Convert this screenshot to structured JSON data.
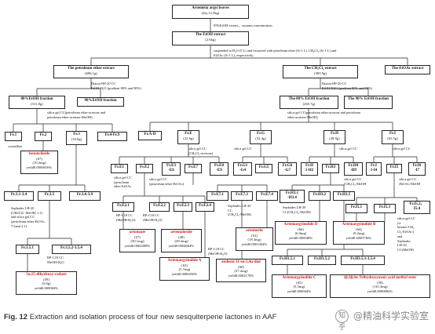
{
  "caption": {
    "fig": "Fig. 12",
    "text": "Extraction and isolation process of four new sesquiterpene lactones in AAF"
  },
  "watermark": {
    "prefix": "知乎",
    "handle": "@精油科学实验室"
  },
  "colors": {
    "red_compound": "#d01818",
    "line": "#222222",
    "blue_arrow": "#3a7bd5"
  },
  "nodes": [
    {
      "id": "root",
      "title": "Artemisia argyi leaves",
      "value": "(dry,12.5kg)"
    },
    {
      "id": "etoh",
      "title": "The EtOH extract",
      "value": "(2.6kg)"
    },
    {
      "id": "pe",
      "title": "The petroleum ether extract",
      "value": "(696.1g)"
    },
    {
      "id": "ch",
      "title": "The CH₂Cl₂ extract",
      "value": "(383.9g)"
    },
    {
      "id": "ea",
      "title": "The EtOAc extract",
      "value": ""
    },
    {
      "id": "pe80",
      "title": "80%EtOH fraction",
      "value": "(311.8g)"
    },
    {
      "id": "pe90",
      "title": "90%EtOH fraction",
      "value": ""
    },
    {
      "id": "ch80",
      "title": "The 80% EtOH fraction",
      "value": "(265.7g)"
    },
    {
      "id": "ch90",
      "title": "The 90% EtOH fraction",
      "value": ""
    },
    {
      "id": "fr1",
      "title": "Fr.1",
      "value": ""
    },
    {
      "id": "fr2",
      "title": "Fr.2",
      "value": ""
    },
    {
      "id": "fr3",
      "title": "Fr.3",
      "value": "(10.8g)"
    },
    {
      "id": "fr49",
      "title": "Fr.4-Fr.9",
      "value": ""
    },
    {
      "id": "frAD",
      "title": "Fr.A-D",
      "value": ""
    },
    {
      "id": "frE",
      "title": "Fr.E",
      "value": "(22.6g)"
    },
    {
      "id": "frG",
      "title": "Fr.G",
      "value": "(32.4g)"
    },
    {
      "id": "frH",
      "title": "Fr.H",
      "value": "(28.9g)"
    },
    {
      "id": "frI",
      "title": "Fr.I",
      "value": "(65.5g)"
    },
    {
      "id": "isotan",
      "title": "isotanciloide",
      "value": "(67)\n(10.2mg)\nyeild0.0000816%",
      "red": true
    },
    {
      "id": "fr34",
      "title": "Fr.3.1-3.4",
      "value": ""
    },
    {
      "id": "fr35",
      "title": "Fr.3.5",
      "value": ""
    },
    {
      "id": "fr369",
      "title": "Fr.3.6-3.9",
      "value": ""
    },
    {
      "id": "fr351",
      "title": "Fr.3.5.1",
      "value": ""
    },
    {
      "id": "fr3523",
      "title": "Fr.3.5.2-3.5.4",
      "value": ""
    },
    {
      "id": "cedar",
      "title": "3α,15-dihydroxy-cedarn",
      "value": "(59)\n(5.0g)\nyeild0.000004%",
      "red": true
    },
    {
      "id": "fre1",
      "title": "Fr.E1",
      "value": ""
    },
    {
      "id": "fre2",
      "title": "Fr.E2",
      "value": ""
    },
    {
      "id": "fre36",
      "title": "Fr.E3\n-E6",
      "value": ""
    },
    {
      "id": "fre7",
      "title": "Fr.E7",
      "value": ""
    },
    {
      "id": "fre89",
      "title": "Fr.E8\n-E9",
      "value": ""
    },
    {
      "id": "frg14",
      "title": "Fr.G1\n-G4",
      "value": ""
    },
    {
      "id": "frg5",
      "title": "Fr.G5",
      "value": ""
    },
    {
      "id": "frg67",
      "title": "Fr.G6\n-G7",
      "value": ""
    },
    {
      "id": "frh12",
      "title": "Fr.H\n1-H2",
      "value": ""
    },
    {
      "id": "frh3",
      "title": "Fr.H3",
      "value": ""
    },
    {
      "id": "frh49",
      "title": "Fr.H4\n-H9",
      "value": ""
    },
    {
      "id": "fri14",
      "title": "Fr.I\n1-I4",
      "value": ""
    },
    {
      "id": "fri5",
      "title": "Fr.I5",
      "value": ""
    },
    {
      "id": "fri67",
      "title": "Fr.I6\n-I7",
      "value": ""
    },
    {
      "id": "fre21",
      "title": "Fr.E2.1",
      "value": ""
    },
    {
      "id": "fre223",
      "title": "Fr.E2.2",
      "value": ""
    },
    {
      "id": "fre23",
      "title": "Fr.E2.3",
      "value": ""
    },
    {
      "id": "fre24",
      "title": "Fr.E2.4",
      "value": ""
    },
    {
      "id": "fre71",
      "title": "Fr.E7.1",
      "value": ""
    },
    {
      "id": "fre73",
      "title": "Fr.E7.3",
      "value": ""
    },
    {
      "id": "fre74",
      "title": "Fr.E7.4",
      "value": ""
    },
    {
      "id": "frh31",
      "title": "Fr.H3.1\n-H3.4",
      "value": ""
    },
    {
      "id": "frh32",
      "title": "Fr.H3.2",
      "value": ""
    },
    {
      "id": "frh35",
      "title": "Fr.H3.5",
      "value": ""
    },
    {
      "id": "frh351",
      "title": "Fr.H3.5.1",
      "value": ""
    },
    {
      "id": "frh352",
      "title": "Fr.H3.5.2",
      "value": ""
    },
    {
      "id": "frh353",
      "title": "Fr.H3.5.3-3.5.4",
      "value": ""
    },
    {
      "id": "fri51",
      "title": "Fr.I5.1",
      "value": ""
    },
    {
      "id": "fri53",
      "title": "Fr.I5.3",
      "value": ""
    },
    {
      "id": "fri52",
      "title": "Fr.I5.2、\nI5.4",
      "value": ""
    },
    {
      "id": "artonate",
      "title": "artonoate",
      "value": "(57)\n(30.1mg)\nyeild0.0002408%",
      "red": true
    },
    {
      "id": "artemalo",
      "title": "artemaloside",
      "value": "(48)\n(58.3mg)\nyeild0.0004664%",
      "red": true
    },
    {
      "id": "artemA",
      "title": "Artemargyinolide A",
      "value": "(63)\n(5.7mg)\nyeild0.0000456%",
      "red": true
    },
    {
      "id": "endesm",
      "title": "endesm-11-en-2,4α-diol",
      "value": "(60)\n(27.2mg)\nyeild0.0002176%",
      "red": true
    },
    {
      "id": "artemorin",
      "title": "artemorin",
      "value": "(61)\n(18.3mg)\nyeild0.0001464%",
      "red": true
    },
    {
      "id": "artemD",
      "title": "Artemargyinolide D",
      "value": "(66)\n(6.0mg)\nyeild0.000048%",
      "red": true
    },
    {
      "id": "artemB",
      "title": "Artemargyinolide B",
      "value": "(64)\n(9.2mg)\nyeild0.0000736%",
      "red": true
    },
    {
      "id": "artemC",
      "title": "Artemargyinolide C",
      "value": "(65)\n(5.5mg)\nyeild0.000044%",
      "red": true
    },
    {
      "id": "ester",
      "title": "1β,3β,6α-Trihydroxyoxoic acid methyl ester",
      "value": "(58)\n(110.3mg)\nyeild0.0000882%",
      "red": true
    }
  ],
  "notes": {
    "n1": "95%EtOH extract，vacuum concentration",
    "n2": "suspended in H₂O (5 L) and extracted with petroleum ether (6×1 L), CH₂Cl₂ (6×1 L) and\nEtOAc (6×1 L), respectively.",
    "n3": "Diaion HP-20 CC\nEtOH-H₂O (gradient 80% and 90%)",
    "n4": "Diaion HP-20 CC\nEtOH/H2O (gradient 80% and 90%)",
    "n5": "silica gel CC(petroleum ether-acetone and\npetroleum ether-acetone-MeOH)",
    "n6": "silica gel CC(petroleum ether-acetone and petroleum\nether-acetone-MeOH)",
    "n7": "crystallize",
    "n8": "silica gel CC\n(CH₂Cl₂-acetone)",
    "n9": "silica gel CC",
    "n10": "silica gel CC",
    "n11": "silica gel CC",
    "n12": "silica gel CC\n(petroleum\nether-EtOAc",
    "n13": "silica gel CC\n(petroleum ether-EtOAc)",
    "n14": "silica gel CC\n(CH₂Cl₂-MeOH",
    "n15": "silica gel CC\n(EtOAc-MeOH",
    "n16": "Sephades LH-20\n(CH2Cl2 -MeOH; 1:1)\nand silica gel CC\n(petroleum ether-EtOAc,\n7:2and 2:1)",
    "n17": "RP-C18 CC\n(MeOH-H₂O)",
    "n18": "RP-C18 CC\n(MeOH-H₂O)",
    "n19": "RP-C18 CC\n(MeOH-H₂O)",
    "n20": "Sephades LH-20\nCC\n(CH₂Cl₂-MeOH)",
    "n21": "Sephades LH-20\nCC(CH₂Cl₂-MeOH)",
    "n22": "silica gel CC\n(n-\nhexane-CH₂\nCl₂-EtOAc)\nand\nSephades\nLH-20\nCC(MeOH)",
    "n23": "RP-C18 CC\nMeOH-H₂O"
  }
}
